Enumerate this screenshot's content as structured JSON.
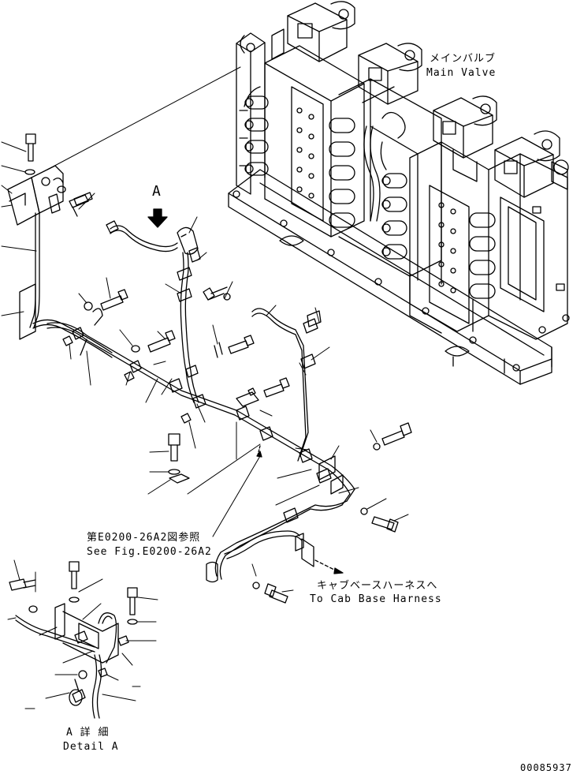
{
  "labels": {
    "main_valve_jp": "メインバルブ",
    "main_valve_en": "Main Valve",
    "view_a": "A",
    "ref_jp": "第E0200-26A2図参照",
    "ref_en": "See Fig.E0200-26A2",
    "cab_jp": "キャブベースハーネスへ",
    "cab_en": "To Cab Base Harness",
    "detail_jp": "A 詳 細",
    "detail_en": "Detail A",
    "drawing_no": "00085937"
  }
}
